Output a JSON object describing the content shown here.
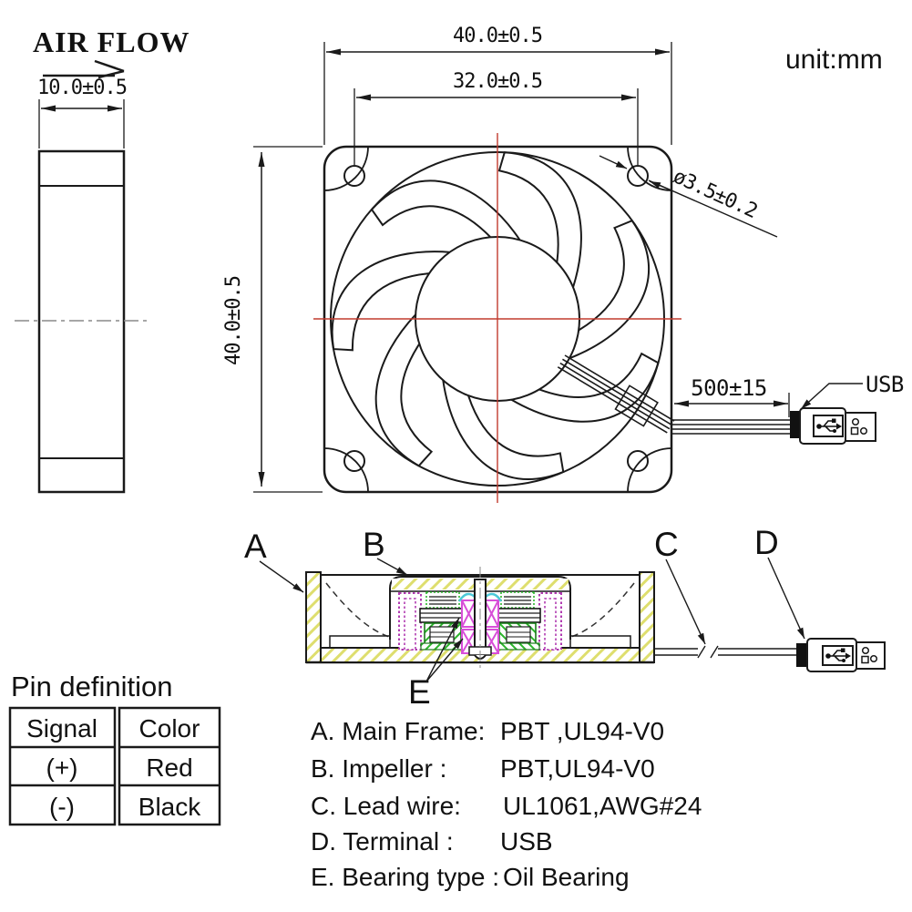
{
  "unit_label": "unit:mm",
  "air_flow_label": "AIR FLOW",
  "dimensions": {
    "side_thickness": "10.0±0.5",
    "frame_width": "40.0±0.5",
    "hole_spacing": "32.0±0.5",
    "frame_height": "40.0±0.5",
    "hole_diameter": "ø3.5±0.2",
    "cable_length": "500±15"
  },
  "usb_label": "USB",
  "section_labels": {
    "a": "A",
    "b": "B",
    "c": "C",
    "d": "D",
    "e": "E"
  },
  "pin_definition": {
    "title": "Pin definition",
    "headers": [
      "Signal",
      "Color"
    ],
    "rows": [
      [
        "(+)",
        "Red"
      ],
      [
        "(-)",
        "Black"
      ]
    ]
  },
  "legend": {
    "items": [
      {
        "label": "A.  Main Frame:",
        "value": "PBT ,UL94-V0"
      },
      {
        "label": "B.  Impeller :",
        "value": "PBT,UL94-V0"
      },
      {
        "label": "C.  Lead wire:",
        "value": "UL1061,AWG#24"
      },
      {
        "label": "D. Terminal :",
        "value": "USB"
      },
      {
        "label": "E.  Bearing type :",
        "value": "Oil Bearing"
      }
    ]
  },
  "colors": {
    "line": "#1a1a1a",
    "centerline_red": "#c23b2e",
    "centerline_gray": "#8a8a8a",
    "hatch_yellow": "#dede6e",
    "coil_green": "#2db52d",
    "bearing_magenta": "#d84fd8",
    "magnet_purple": "#b03ab0",
    "accent_cyan": "#4cc8d8"
  }
}
